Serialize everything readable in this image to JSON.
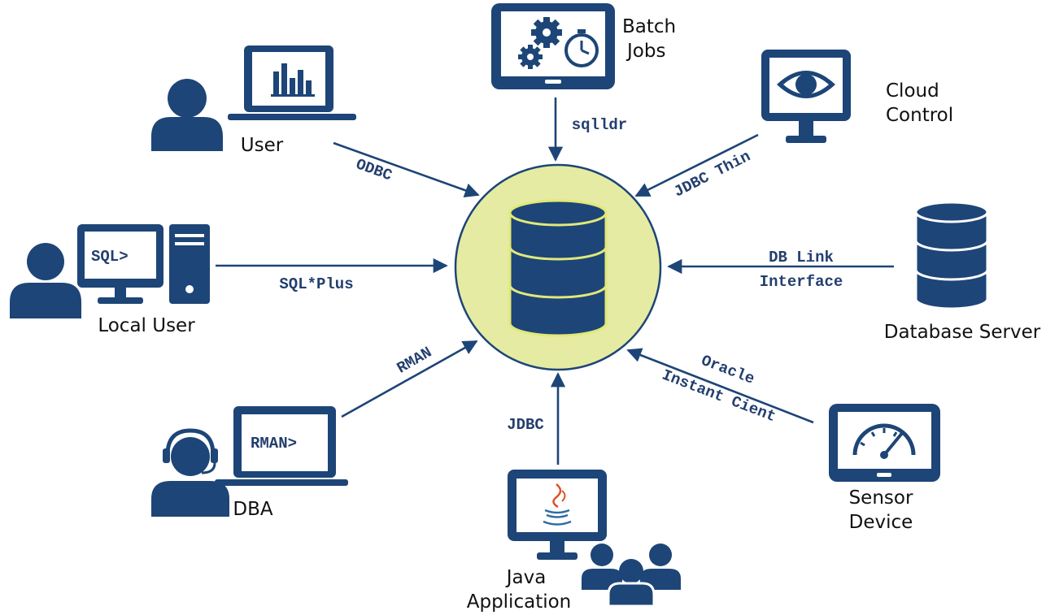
{
  "colors": {
    "primary": "#1d4577",
    "hub_fill": "#e6eba3",
    "hub_outline": "#e0e87a",
    "label_text": "#233f6e",
    "node_text": "#111111"
  },
  "hub": {
    "icon": "database-icon"
  },
  "nodes": [
    {
      "id": "user",
      "label_lines": [
        "User"
      ],
      "icons": [
        "person-icon",
        "laptop-chart-icon"
      ]
    },
    {
      "id": "batch-jobs",
      "label_lines": [
        "Batch",
        "Jobs"
      ],
      "icons": [
        "tablet-gears-timer-icon"
      ]
    },
    {
      "id": "cloud-control",
      "label_lines": [
        "Cloud",
        "Control"
      ],
      "icons": [
        "monitor-eye-icon"
      ]
    },
    {
      "id": "local-user",
      "label_lines": [
        "Local User"
      ],
      "terminal_text": "SQL>",
      "icons": [
        "person-icon",
        "desktop-tower-icon"
      ]
    },
    {
      "id": "database-server",
      "label_lines": [
        "Database Server"
      ],
      "icons": [
        "database-icon"
      ]
    },
    {
      "id": "dba",
      "label_lines": [
        "DBA"
      ],
      "terminal_text": "RMAN>",
      "icons": [
        "headset-person-icon",
        "laptop-icon"
      ]
    },
    {
      "id": "java-application",
      "label_lines": [
        "Java",
        "Application"
      ],
      "icons": [
        "monitor-java-icon",
        "people-group-icon"
      ]
    },
    {
      "id": "sensor-device",
      "label_lines": [
        "Sensor",
        "Device"
      ],
      "icons": [
        "tablet-gauge-icon"
      ]
    }
  ],
  "connections": [
    {
      "from": "user",
      "label_lines": [
        "ODBC"
      ]
    },
    {
      "from": "batch-jobs",
      "label_lines": [
        "sqlldr"
      ]
    },
    {
      "from": "cloud-control",
      "label_lines": [
        "JDBC Thin"
      ]
    },
    {
      "from": "local-user",
      "label_lines": [
        "SQL*Plus"
      ]
    },
    {
      "from": "database-server",
      "label_lines": [
        "DB Link",
        "Interface"
      ]
    },
    {
      "from": "dba",
      "label_lines": [
        "RMAN"
      ]
    },
    {
      "from": "java-application",
      "label_lines": [
        "JDBC"
      ]
    },
    {
      "from": "sensor-device",
      "label_lines": [
        "Oracle",
        "Instant Cient"
      ]
    }
  ]
}
